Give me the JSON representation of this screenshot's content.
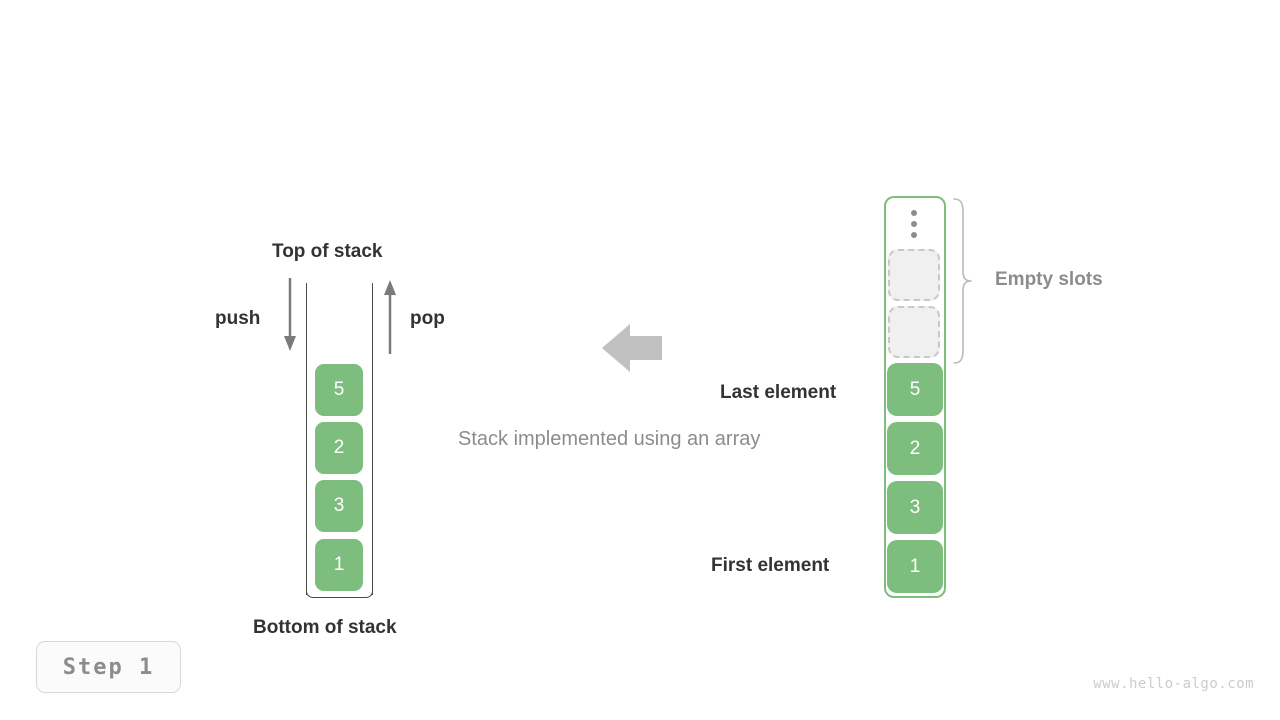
{
  "diagram": {
    "caption": "Stack implemented using an array",
    "transform_arrow": "left-arrow",
    "left_stack": {
      "title_top": "Top of stack",
      "title_bottom": "Bottom of stack",
      "push_label": "push",
      "pop_label": "pop",
      "push_arrow_direction": "down",
      "pop_arrow_direction": "up",
      "cells": [
        {
          "value": "5"
        },
        {
          "value": "2"
        },
        {
          "value": "3"
        },
        {
          "value": "1"
        }
      ]
    },
    "right_array": {
      "ellipsis": "vertical-ellipsis",
      "empty_slots_label": "Empty slots",
      "empty_slots_count": 2,
      "last_element_label": "Last element",
      "first_element_label": "First element",
      "cells": [
        {
          "value": "5"
        },
        {
          "value": "2"
        },
        {
          "value": "3"
        },
        {
          "value": "1"
        }
      ]
    },
    "colors": {
      "cell_fill": "#7dbd7d",
      "array_border": "#7dbd7d",
      "empty_slot_fill": "#f0f0f0",
      "empty_slot_border": "#c8c8c8",
      "text_dark": "#333333",
      "text_gray": "#8c8c8c",
      "arrow_gray": "#c0c0c0"
    }
  },
  "footer": {
    "step_label": "Step 1",
    "watermark": "www.hello-algo.com"
  }
}
